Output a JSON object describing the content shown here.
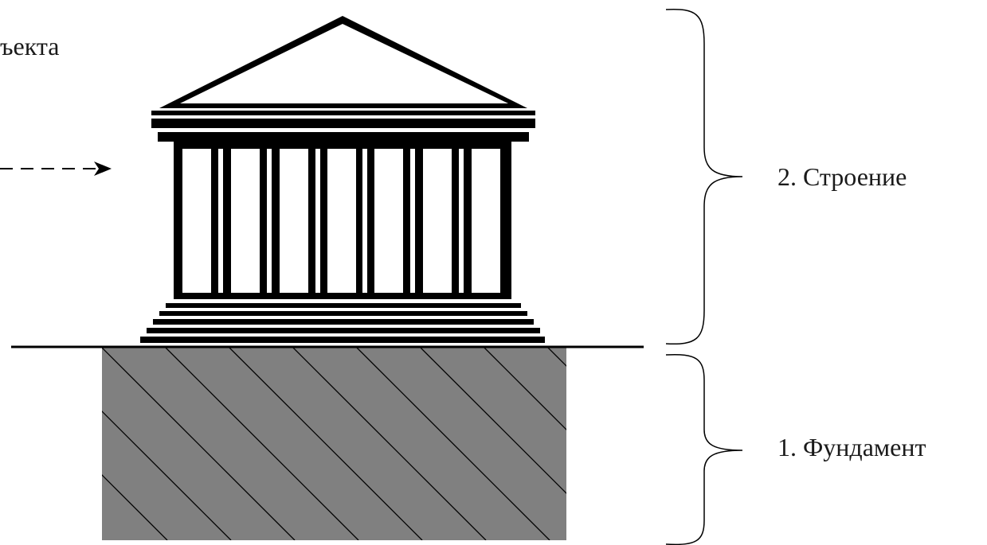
{
  "labels": {
    "object_fragment": "ъекта",
    "building": "2. Строение",
    "foundation": "1. Фундамент"
  },
  "colors": {
    "ink": "#000000",
    "foundation_fill": "#808080",
    "background": "#ffffff"
  },
  "icons": {
    "building": "classical-temple-icon",
    "arrow": "dashed-arrow-right-icon",
    "brace": "curly-brace-right-icon"
  }
}
